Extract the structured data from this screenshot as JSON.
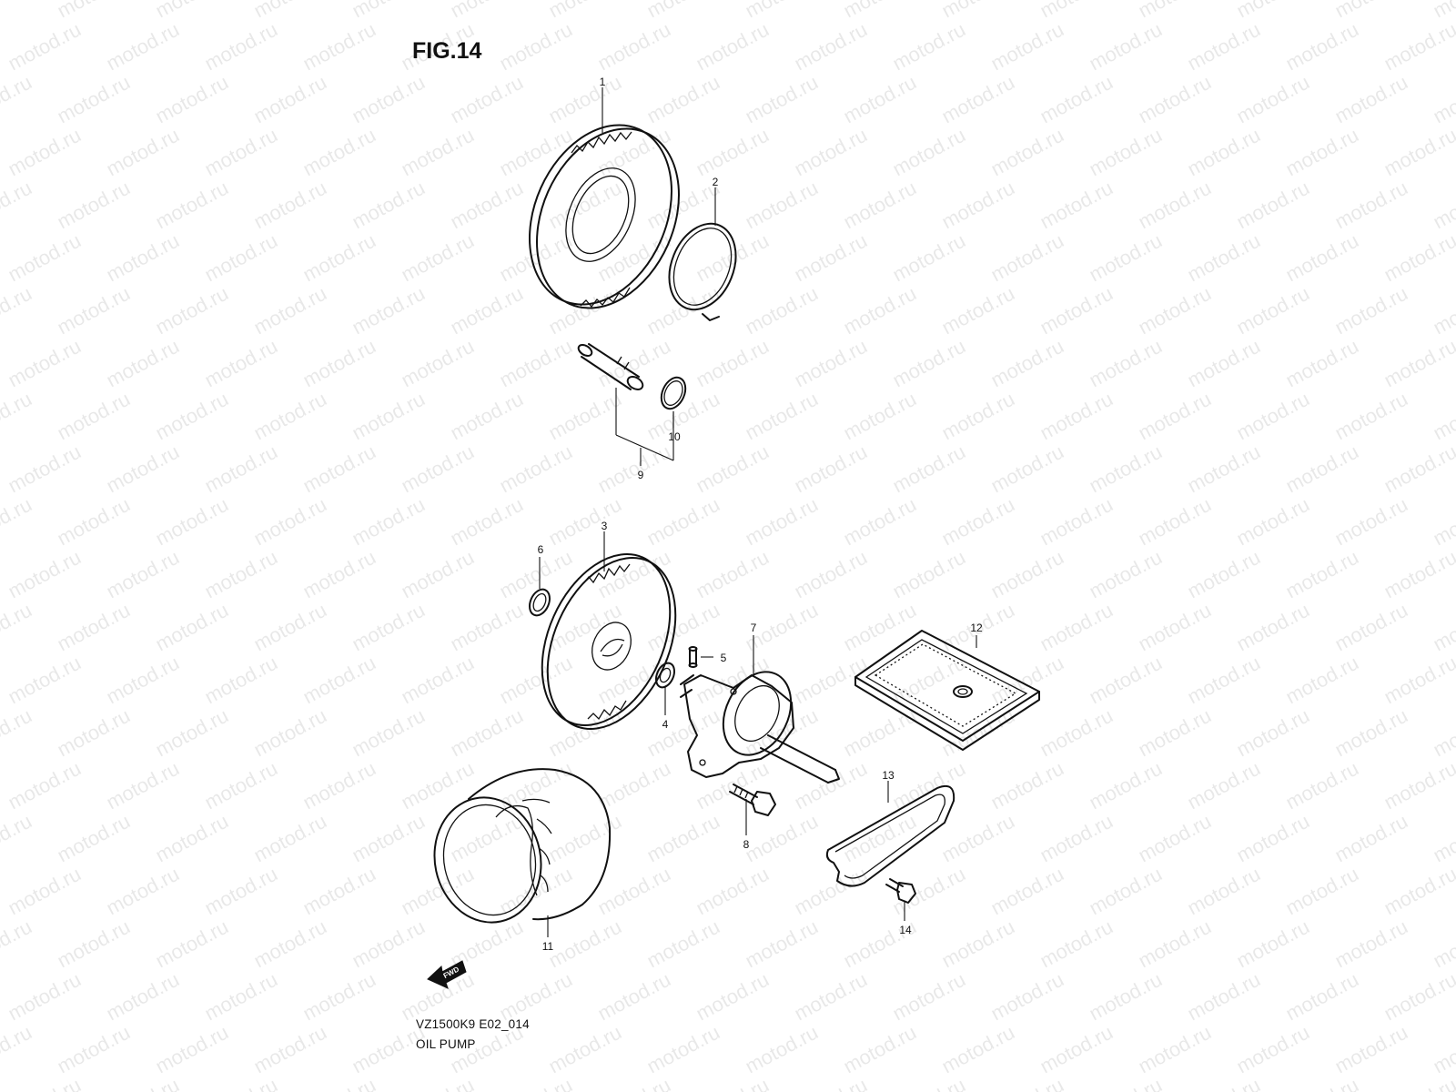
{
  "figure": {
    "title": "FIG.14"
  },
  "watermark": {
    "text": "motod.ru"
  },
  "callouts": {
    "c1": "1",
    "c2": "2",
    "c3": "3",
    "c4": "4",
    "c5": "5",
    "c6": "6",
    "c7": "7",
    "c8": "8",
    "c9": "9",
    "c10": "10",
    "c11": "11",
    "c12": "12",
    "c13": "13",
    "c14": "14"
  },
  "fwd_label": "FWD",
  "footer": {
    "code": "VZ1500K9 E02_014",
    "name": "OIL PUMP"
  }
}
